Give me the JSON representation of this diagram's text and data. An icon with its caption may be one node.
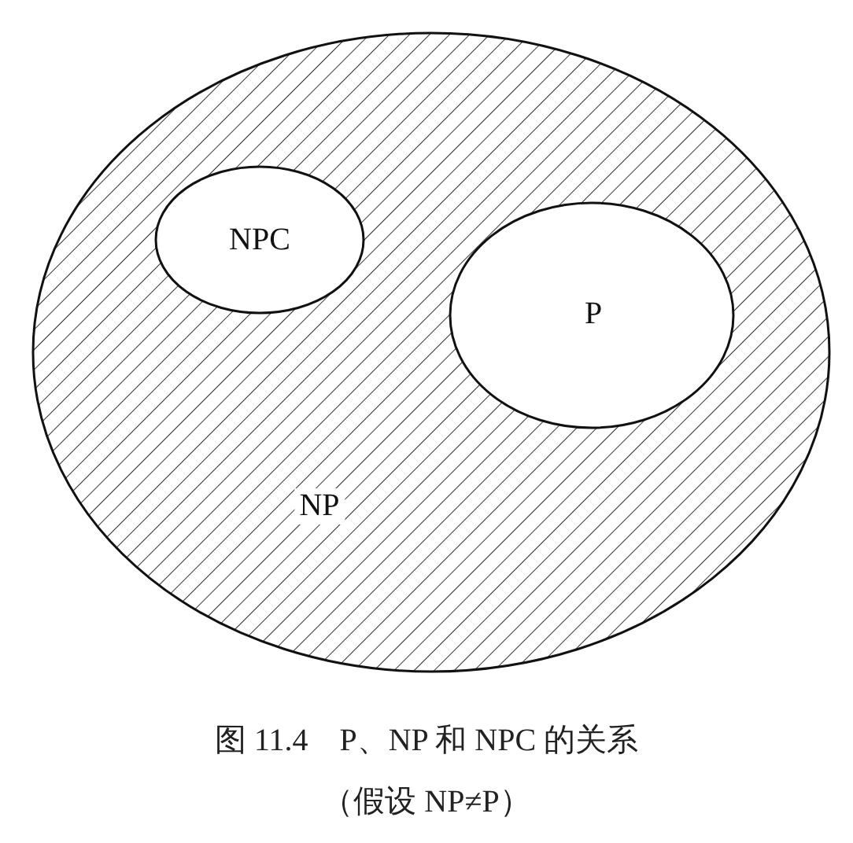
{
  "diagram": {
    "caption": "图 11.4　P、NP 和 NPC 的关系（假设 NP≠P）",
    "nodes": [
      {
        "text": [
          "NP"
        ]
      },
      {
        "text": [
          "NPC"
        ],
        "in": 0
      },
      {
        "text": [
          "P"
        ],
        "in": 0
      }
    ]
  }
}
